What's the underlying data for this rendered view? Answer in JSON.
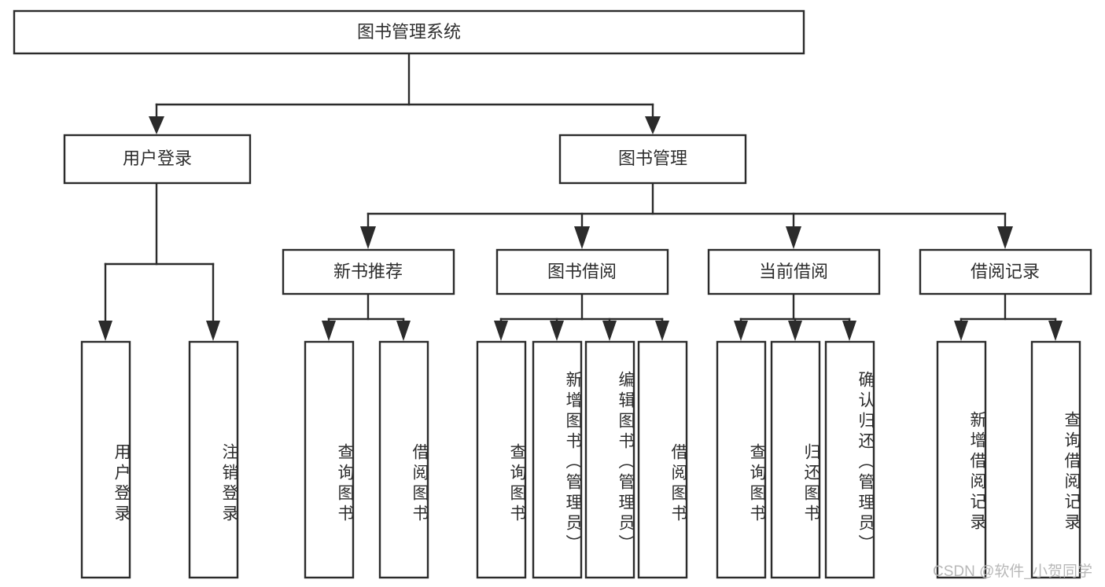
{
  "diagram": {
    "type": "hierarchy-tree",
    "title": "图书管理系统",
    "orientation": "top-down",
    "colors": {
      "box_stroke": "#2b2b2b",
      "box_fill": "#ffffff",
      "text": "#2d2d2d",
      "connector": "#2b2b2b",
      "watermark": "#b8b8b8",
      "background": "#ffffff"
    },
    "root": {
      "label": "图书管理系统"
    },
    "level2": [
      {
        "label": "用户登录"
      },
      {
        "label": "图书管理"
      }
    ],
    "level3": [
      {
        "label": "新书推荐"
      },
      {
        "label": "图书借阅"
      },
      {
        "label": "当前借阅"
      },
      {
        "label": "借阅记录"
      }
    ],
    "leaves": {
      "user_login": [
        {
          "label": "用户登录"
        },
        {
          "label": "注销登录"
        }
      ],
      "new_book_recommend": [
        {
          "label": "查询图书"
        },
        {
          "label": "借阅图书"
        }
      ],
      "book_borrow": [
        {
          "label": "查询图书"
        },
        {
          "label": "新增图书（管理员）"
        },
        {
          "label": "编辑图书（管理员）"
        },
        {
          "label": "借阅图书"
        }
      ],
      "current_borrow": [
        {
          "label": "查询图书"
        },
        {
          "label": "归还图书"
        },
        {
          "label": "确认归还（管理员）"
        }
      ],
      "borrow_record": [
        {
          "label": "新增借阅记录"
        },
        {
          "label": "查询借阅记录"
        }
      ]
    },
    "watermark": "CSDN @软件_小贺同学"
  }
}
